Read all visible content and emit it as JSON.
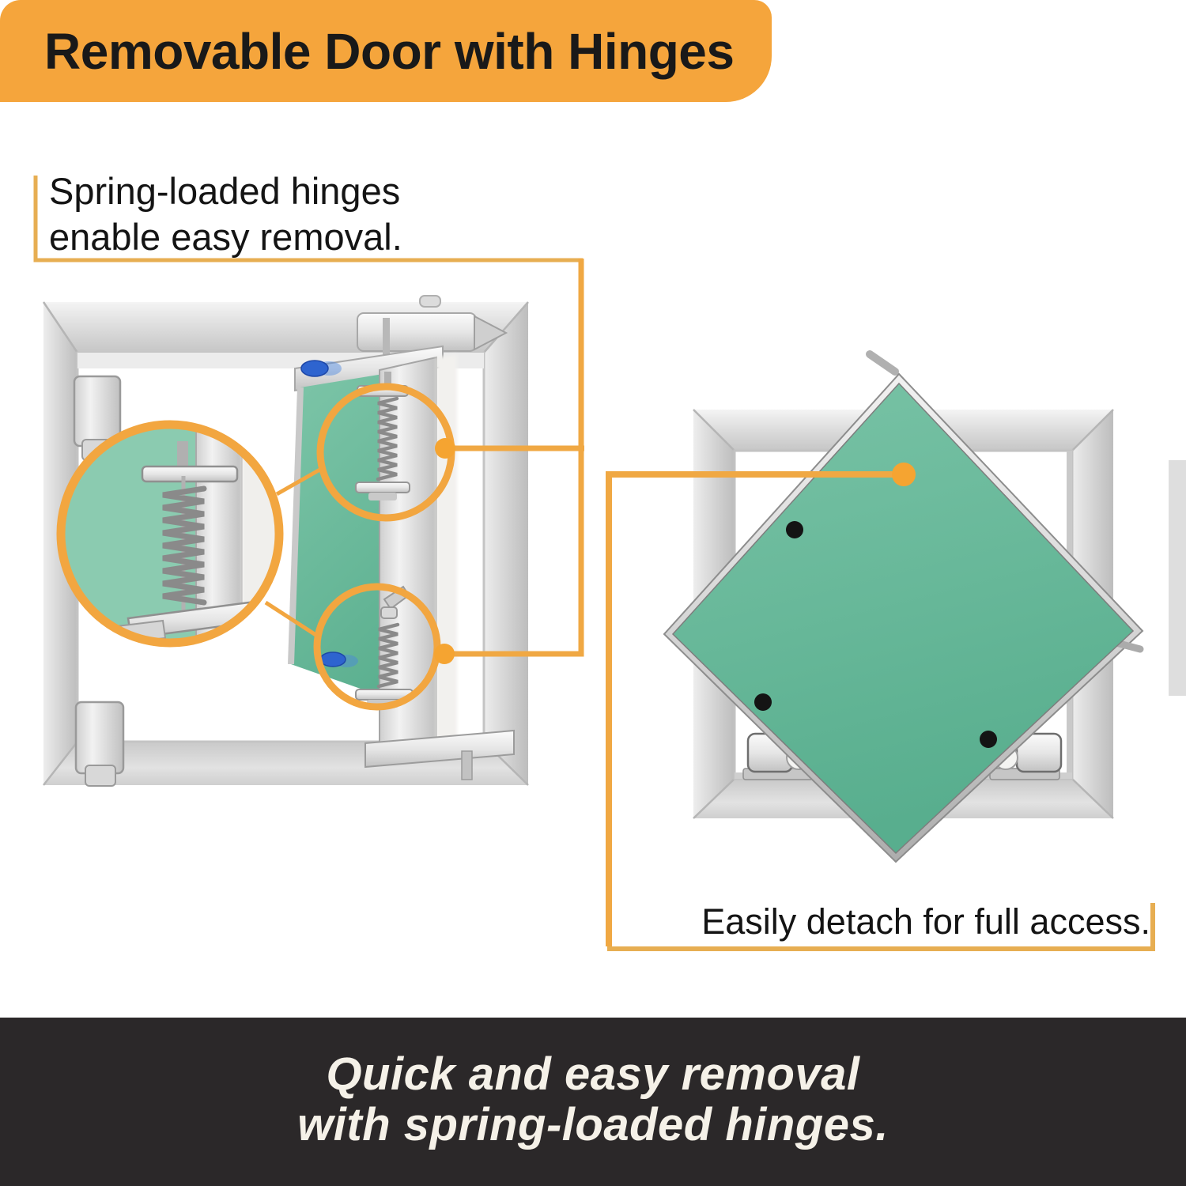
{
  "title_banner": {
    "text": "Removable Door with Hinges"
  },
  "annotations": {
    "left": {
      "line1": "Spring-loaded hinges",
      "line2": "enable easy removal."
    },
    "right": {
      "text": "Easily detach for full access."
    }
  },
  "footer": {
    "line1": "Quick and easy removal",
    "line2": "with spring-loaded hinges."
  },
  "colors": {
    "accent_yellow": "#F5A53C",
    "line_yellow": "#F0A843",
    "bracket_yellow": "#E7AE52",
    "ring_yellow": "#F2A640",
    "dot_yellow": "#F5A431",
    "panel_green": "#68BA9B",
    "panel_green_light": "#8BCBB0",
    "band_background": "#2B2829",
    "band_text": "#F5F1E8",
    "headline_text": "#191919",
    "body_text": "#141414"
  }
}
